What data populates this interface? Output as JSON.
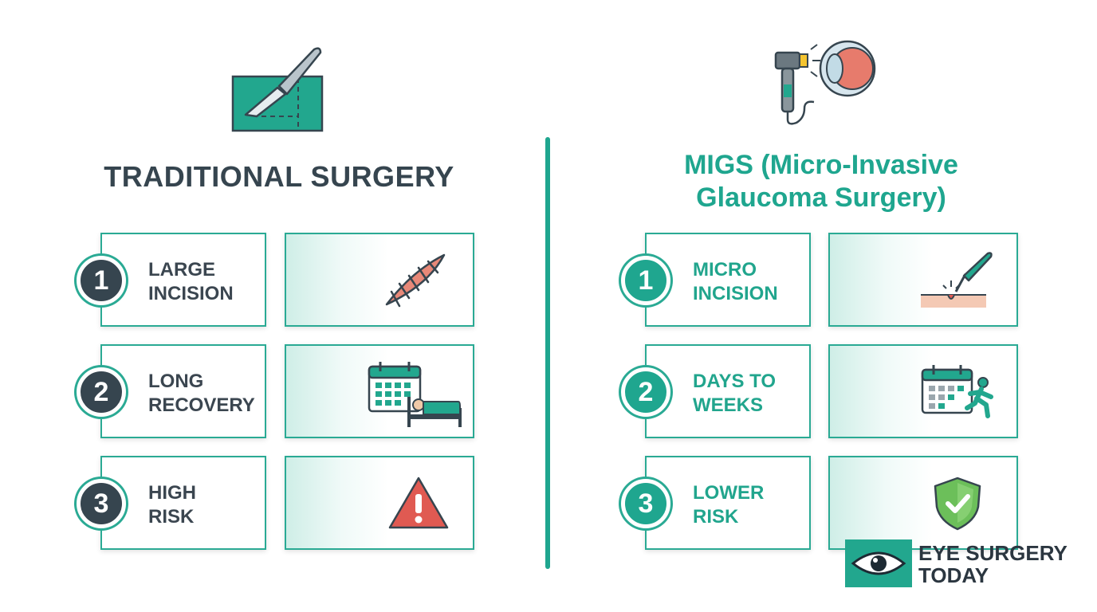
{
  "left": {
    "title": "TRADITIONAL SURGERY",
    "items": [
      {
        "number": "1",
        "label": "LARGE\nINCISION"
      },
      {
        "number": "2",
        "label": "LONG\nRECOVERY"
      },
      {
        "number": "3",
        "label": "HIGH\nRISK"
      }
    ]
  },
  "right": {
    "title": "MIGS (Micro-Invasive\nGlaucoma Surgery)",
    "items": [
      {
        "number": "1",
        "label": "MICRO\nINCISION"
      },
      {
        "number": "2",
        "label": "DAYS TO\nWEEKS"
      },
      {
        "number": "3",
        "label": "LOWER\nRISK"
      }
    ]
  },
  "brand": {
    "name": "EYE SURGERY\nTODAY"
  },
  "colors": {
    "teal": "#1fa68f",
    "dark": "#36454f",
    "red": "#e05a52"
  },
  "icons": [
    "scalpel-icon",
    "ophthalmoscope-eye-icon",
    "stitched-incision-icon",
    "calendar-bed-icon",
    "warning-icon",
    "micro-incision-icon",
    "calendar-running-icon",
    "shield-check-icon",
    "eye-logo-icon"
  ]
}
